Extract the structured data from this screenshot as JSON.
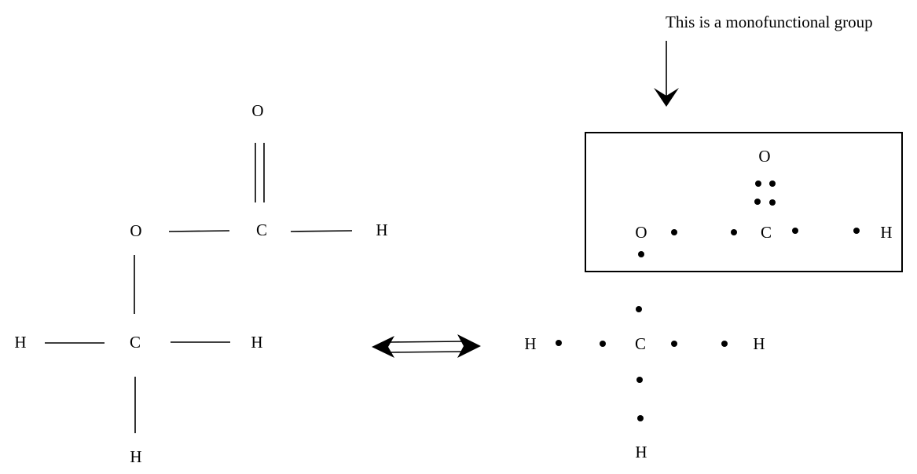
{
  "annotation": "This is a monofunctional group",
  "structural_formula": {
    "atoms": {
      "o_carbonyl": "O",
      "c_carbonyl": "C",
      "h_aldehyde": "H",
      "o_ether": "O",
      "c_methyl": "C",
      "h_left": "H",
      "h_right": "H",
      "h_bottom": "H"
    }
  },
  "lewis_structure": {
    "atoms": {
      "o_carbonyl": "O",
      "c_carbonyl": "C",
      "h_aldehyde": "H",
      "o_ether": "O",
      "c_methyl": "C",
      "h_left": "H",
      "h_right": "H",
      "h_bottom": "H"
    }
  }
}
